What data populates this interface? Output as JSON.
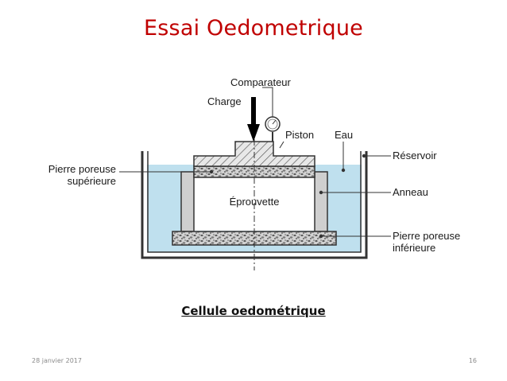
{
  "slide": {
    "title": "Essai Oedometrique",
    "caption": "Cellule oedométrique",
    "footer_date": "28 janvier 2017",
    "page_number": "16"
  },
  "diagram": {
    "labels": {
      "comparateur": "Comparateur",
      "charge": "Charge",
      "piston": "Piston",
      "eau": "Eau",
      "reservoir": "Réservoir",
      "pierre_sup_1": "Pierre poreuse",
      "pierre_sup_2": "supérieure",
      "anneau": "Anneau",
      "eprouvette": "Éprouvette",
      "pierre_inf_1": "Pierre poreuse",
      "pierre_inf_2": "inférieure"
    },
    "colors": {
      "water": "#bfe0ee",
      "hatch": "#555555",
      "ring": "#cfcfcf",
      "stone": "#9a9a9a",
      "title": "#c00000"
    }
  }
}
